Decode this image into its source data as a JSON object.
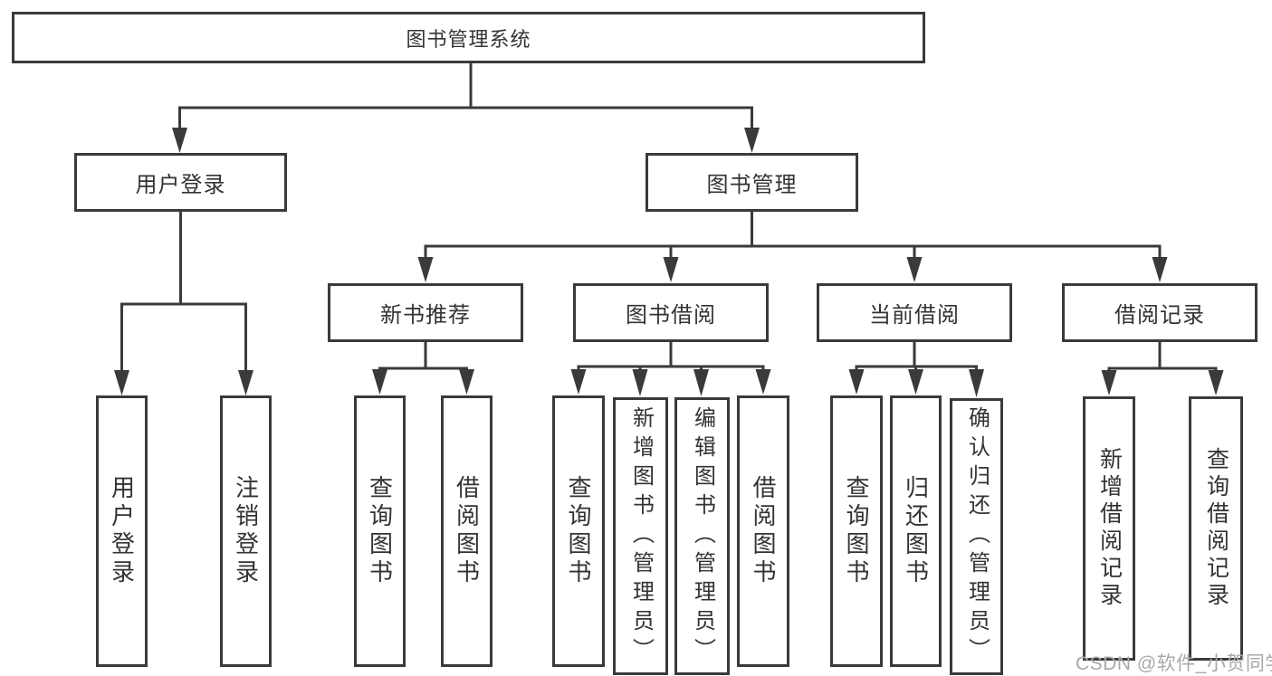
{
  "tree": {
    "label": "图书管理系统",
    "children": [
      {
        "label": "用户登录",
        "children": [
          {
            "label": "用户登录"
          },
          {
            "label": "注销登录"
          }
        ]
      },
      {
        "label": "图书管理",
        "children": [
          {
            "label": "新书推荐",
            "children": [
              {
                "label": "查询图书"
              },
              {
                "label": "借阅图书"
              }
            ]
          },
          {
            "label": "图书借阅",
            "children": [
              {
                "label": "查询图书"
              },
              {
                "label": "新增图书（管理员）"
              },
              {
                "label": "编辑图书（管理员）"
              },
              {
                "label": "借阅图书"
              }
            ]
          },
          {
            "label": "当前借阅",
            "children": [
              {
                "label": "查询图书"
              },
              {
                "label": "归还图书"
              },
              {
                "label": "确认归还（管理员）"
              }
            ]
          },
          {
            "label": "借阅记录",
            "children": [
              {
                "label": "新增借阅记录"
              },
              {
                "label": "查询借阅记录"
              }
            ]
          }
        ]
      }
    ]
  },
  "watermark": {
    "text": "CSDN @软件_小贺同学"
  },
  "colors": {
    "line": "#3a3a3a",
    "text": "#333333",
    "background": "#ffffff",
    "watermark": "#a9a9a9"
  }
}
